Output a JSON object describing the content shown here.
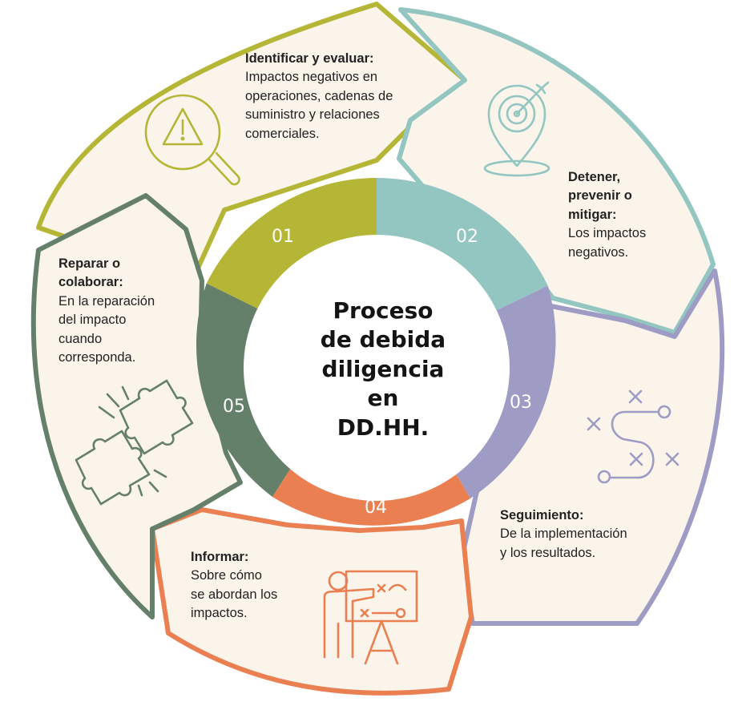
{
  "center_title": [
    "Proceso",
    "de debida",
    "diligencia en",
    "DD.HH."
  ],
  "colors": {
    "step1": "#b6b636",
    "step2": "#93c5c1",
    "step3": "#9e9cc4",
    "step4": "#ea7f51",
    "step5": "#647f6a",
    "panel_fill": "#faf4ea",
    "center_fill": "#ffffff"
  },
  "steps": [
    {
      "number": "01",
      "title": "Identificar y evaluar:",
      "text": [
        "Impactos negativos en",
        "operaciones, cadenas de",
        "suministro y relaciones",
        "comerciales."
      ],
      "icon": "warning-magnifier-icon"
    },
    {
      "number": "02",
      "title": [
        "Detener,",
        "prevenir o",
        "mitigar:"
      ],
      "text": [
        "Los impactos",
        "negativos."
      ],
      "icon": "target-location-icon"
    },
    {
      "number": "03",
      "title": "Seguimiento:",
      "text": [
        "De la implementación",
        "y los resultados."
      ],
      "icon": "route-path-icon"
    },
    {
      "number": "04",
      "title": "Informar:",
      "text": [
        "Sobre cómo",
        "se abordan los",
        "impactos."
      ],
      "icon": "presentation-board-icon"
    },
    {
      "number": "05",
      "title": [
        "Reparar o",
        "colaborar:"
      ],
      "text": [
        "En la reparación",
        "del impacto",
        "cuando",
        "corresponda."
      ],
      "icon": "puzzle-pieces-icon"
    }
  ]
}
